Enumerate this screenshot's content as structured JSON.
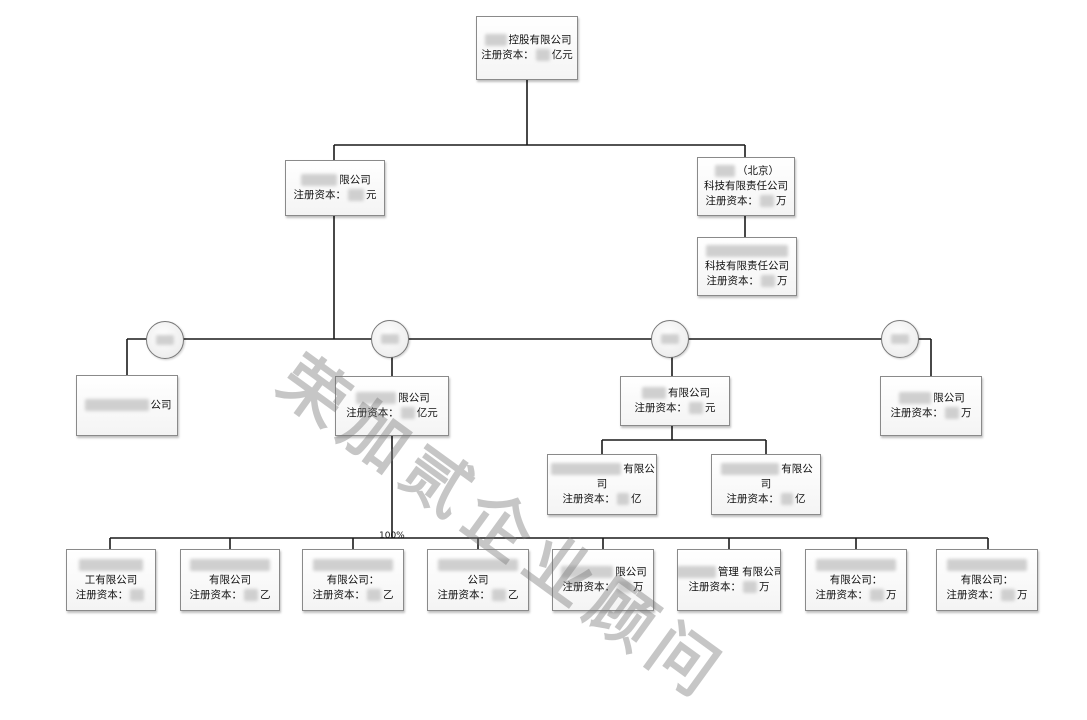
{
  "reg_label": "注册资本：",
  "root": {
    "line1": "控股有限公司",
    "line2_suffix": "亿元"
  },
  "level1": {
    "left": {
      "line1": "限公司",
      "line2_suffix": "元"
    },
    "right": {
      "line1": "（北京）",
      "line2": "科技有限责任公司",
      "line3_suffix": "万"
    },
    "right_child": {
      "line2": "科技有限责任公司",
      "line3_suffix": "万"
    }
  },
  "level2": {
    "a": {
      "line1": "公司"
    },
    "b": {
      "line1": "限公司",
      "line2_suffix": "亿元"
    },
    "c": {
      "line1": "有限公司",
      "line2_suffix": "元"
    },
    "d": {
      "line1": "限公司",
      "line2_suffix": "万"
    }
  },
  "level3_mid": {
    "left": {
      "line1": "有限公",
      "line2": "司",
      "line3_suffix": "亿"
    },
    "right": {
      "line1": "有限公",
      "line2": "司",
      "line3_suffix": "亿"
    }
  },
  "percent_label": "100%",
  "bottom": [
    {
      "line1": "工有限公司",
      "line2_suffix": ""
    },
    {
      "line1": "有限公司",
      "line2_suffix": "乙"
    },
    {
      "line1": "有限公司：",
      "line2_suffix": "乙"
    },
    {
      "line1": "公司",
      "line2_suffix": "乙"
    },
    {
      "line1": "限公司",
      "line2_suffix": "万"
    },
    {
      "line1": "管理 有限公司",
      "line2_suffix": "万"
    },
    {
      "line1": "有限公司：",
      "line2_suffix": "万"
    },
    {
      "line1": "有限公司：",
      "line2_suffix": "万"
    }
  ],
  "watermark": "荣加贰企业顾问"
}
